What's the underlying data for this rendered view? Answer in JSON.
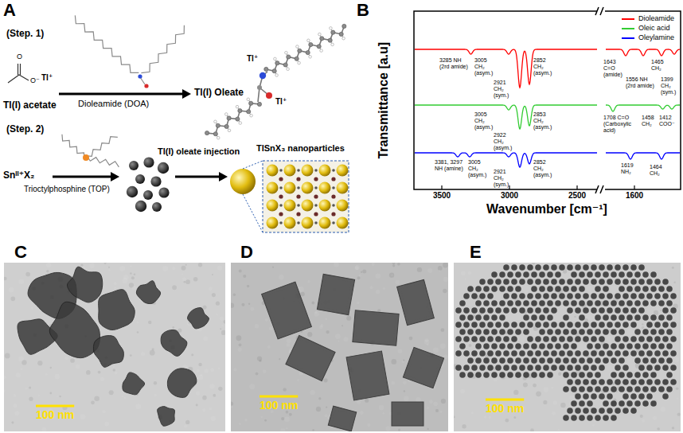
{
  "diagram": {
    "nodes": [
      {
        "text": [
          "100 nm"
        ]
      },
      {
        "text": [
          "100 nm"
        ]
      },
      {
        "text": [
          "100 nm"
        ]
      }
    ],
    "labels": [
      "A",
      "(Step. 1)",
      "O",
      "O⁻",
      "Tl⁺",
      "Tl(I) acetate",
      "Dioleamide (DOA)",
      "Tl(I) Oleate",
      "Tl⁺",
      "Tl⁺",
      "(Step. 2)",
      "Snᴵᴵ⁺X₂",
      "Trioctylphosphine (TOP)",
      "Tl(I) oleate injection",
      "TlSnX₃ nanoparticles",
      "B",
      "Transmittance [a.u]",
      "Wavenumber [cm⁻¹]",
      "3500",
      "3000",
      "2500",
      "1600",
      "3285 NH (2rd amide)",
      "3005 CH₂ (asym.)",
      "2921 CH₂ (sym.)",
      "2852 CH₂ (asym.)",
      "1643 C=O (amide)",
      "1556 NH (2rd amide)",
      "1465 CH₂",
      "1399 CH₂ (sym.)",
      "3005 CH₂ (asym.)",
      "2922 CH₂ (asym.)",
      "2853 CH₂ (asym.)",
      "1708 C=O (Carboxylic acid)",
      "1458 CH₂",
      "1412 COO⁻",
      "3381, 3297 NH (amine)",
      "3005 CH₂ (asym.)",
      "2921 CH₂ (sym.)",
      "2852 CH₂ (asym.)",
      "1619 NH₂",
      "1464 CH₂",
      "C",
      "D",
      "E"
    ],
    "legend": [
      {
        "text": "Dioleamide",
        "color": "#ff0000"
      },
      {
        "text": "Oleic acid",
        "color": "#33cc33"
      },
      {
        "text": "Oleylamine",
        "color": "#0000ff"
      }
    ]
  }
}
